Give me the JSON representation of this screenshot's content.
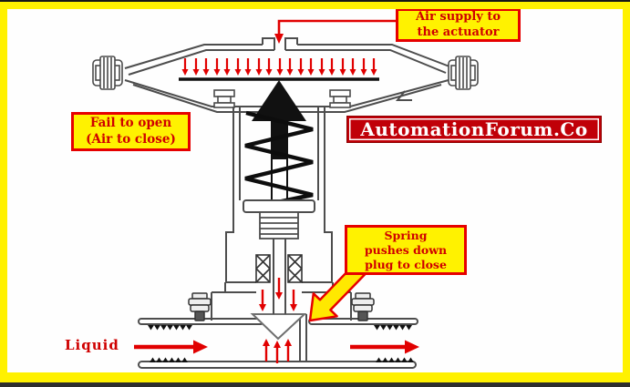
{
  "labels": {
    "air_supply": {
      "line1": "Air supply to",
      "line2": "the actuator"
    },
    "fail_mode": {
      "line1": "Fail to open",
      "line2": "(Air to close)"
    },
    "spring_action": {
      "line1": "Spring",
      "line2": "pushes down",
      "line3": "plug to close"
    },
    "liquid": "Liquid",
    "brand": "AutomationForum.Co"
  },
  "colors": {
    "frame_yellow": "#FFF100",
    "callout_bg": "#FFF200",
    "callout_border": "#E60000",
    "callout_text": "#CF0000",
    "arrow_red": "#E10000",
    "brand_bg": "#C00008",
    "brand_text": "#FFFFFF",
    "diagram_line_gray": "#4D4D4D",
    "ink_black": "#111111"
  }
}
